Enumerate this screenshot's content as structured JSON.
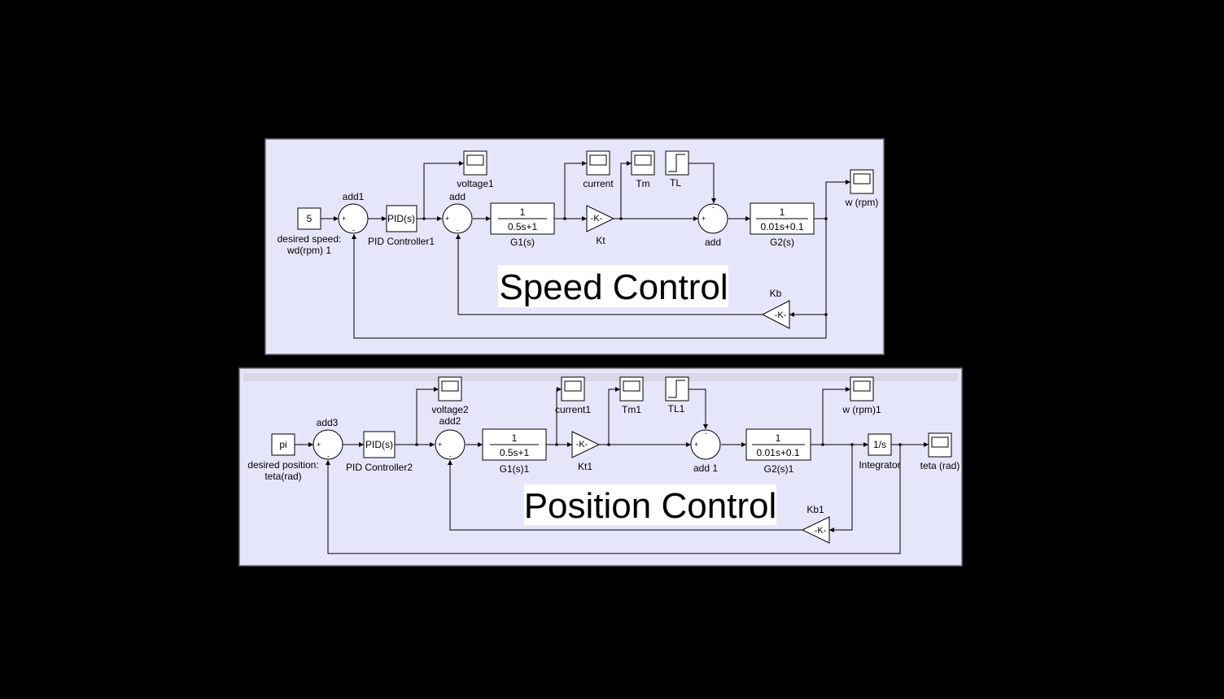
{
  "speed": {
    "title": "Speed Control",
    "source_value": "5",
    "source_label_1": "desired speed:",
    "source_label_2": "wd(rpm) 1",
    "add1_label": "add1",
    "pid_text": "PID(s)",
    "pid_label": "PID Controller1",
    "scope_voltage_label": "voltage1",
    "add_label": "add",
    "g1_num": "1",
    "g1_den": "0.5s+1",
    "g1_label": "G1(s)",
    "scope_current_label": "current",
    "kt_text": "-K-",
    "kt_label": "Kt",
    "scope_tm_label": "Tm",
    "tl_label": "TL",
    "add2_label": "add",
    "g2_num": "1",
    "g2_den": "0.01s+0.1",
    "g2_label": "G2(s)",
    "scope_w_label": "w (rpm)",
    "kb_text": "-K-",
    "kb_label": "Kb"
  },
  "position": {
    "title": "Position Control",
    "source_value": "pi",
    "source_label_1": "desired position:",
    "source_label_2": "teta(rad)",
    "add3_label": "add3",
    "pid_text": "PID(s)",
    "pid_label": "PID Controller2",
    "scope_voltage_label": "voltage2",
    "add2_label": "add2",
    "g1_num": "1",
    "g1_den": "0.5s+1",
    "g1_label": "G1(s)1",
    "scope_current_label": "current1",
    "kt_text": "-K-",
    "kt_label": "Kt1",
    "scope_tm_label": "Tm1",
    "tl_label": "TL1",
    "add_label": "add 1",
    "g2_num": "1",
    "g2_den": "0.01s+0.1",
    "g2_label": "G2(s)1",
    "scope_w_label": "w (rpm)1",
    "int_text": "1/s",
    "int_label": "Integrator",
    "scope_teta_label": "teta (rad)",
    "kb_text": "-K-",
    "kb_label": "Kb1"
  },
  "signs": {
    "plus": "+",
    "minus": "-"
  },
  "colors": {
    "background": "#000000",
    "panel": "#e6e6fb",
    "block": "#ffffff"
  }
}
